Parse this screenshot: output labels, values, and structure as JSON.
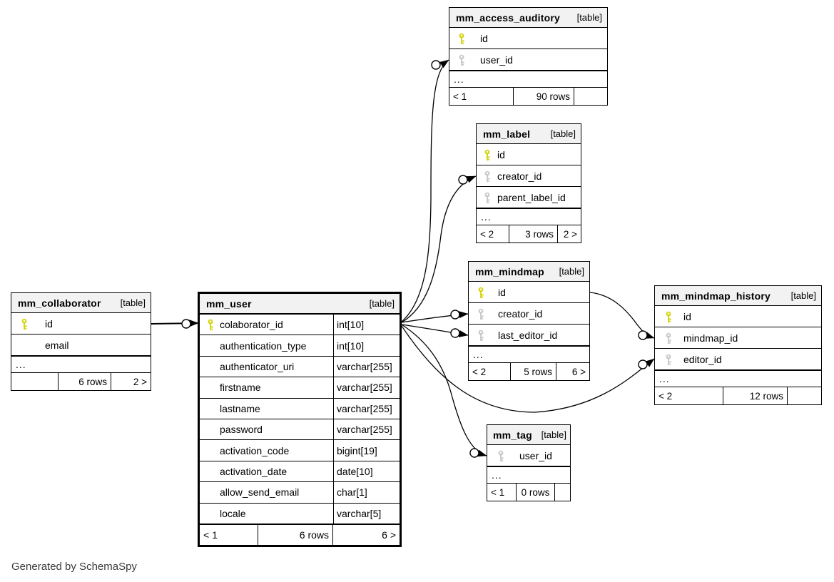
{
  "credit": "Generated by SchemaSpy",
  "colors": {
    "primary_key": "#d4d40a",
    "foreign_key": "#c8c8c8",
    "header_bg": "#f2f2f2"
  },
  "tables": {
    "mm_access_auditory": {
      "name": "mm_access_auditory",
      "badge": "[table]",
      "ellipsis": "...",
      "columns": [
        {
          "name": "id",
          "key": "primary-key-icon"
        },
        {
          "name": "user_id",
          "key": "foreign-key-icon"
        }
      ],
      "footer": {
        "left": "< 1",
        "center": "90 rows",
        "right": ""
      }
    },
    "mm_label": {
      "name": "mm_label",
      "badge": "[table]",
      "ellipsis": "...",
      "columns": [
        {
          "name": "id",
          "key": "primary-key-icon"
        },
        {
          "name": "creator_id",
          "key": "foreign-key-icon"
        },
        {
          "name": "parent_label_id",
          "key": "foreign-key-icon"
        }
      ],
      "footer": {
        "left": "< 2",
        "center": "3 rows",
        "right": "2 >"
      }
    },
    "mm_mindmap": {
      "name": "mm_mindmap",
      "badge": "[table]",
      "ellipsis": "...",
      "columns": [
        {
          "name": "id",
          "key": "primary-key-icon"
        },
        {
          "name": "creator_id",
          "key": "foreign-key-icon"
        },
        {
          "name": "last_editor_id",
          "key": "foreign-key-icon"
        }
      ],
      "footer": {
        "left": "< 2",
        "center": "5 rows",
        "right": "6 >"
      }
    },
    "mm_mindmap_history": {
      "name": "mm_mindmap_history",
      "badge": "[table]",
      "ellipsis": "...",
      "columns": [
        {
          "name": "id",
          "key": "primary-key-icon"
        },
        {
          "name": "mindmap_id",
          "key": "foreign-key-icon"
        },
        {
          "name": "editor_id",
          "key": "foreign-key-icon"
        }
      ],
      "footer": {
        "left": "< 2",
        "center": "12 rows",
        "right": ""
      }
    },
    "mm_collaborator": {
      "name": "mm_collaborator",
      "badge": "[table]",
      "ellipsis": "...",
      "columns": [
        {
          "name": "id",
          "key": "primary-key-icon"
        },
        {
          "name": "email",
          "key": null
        }
      ],
      "footer": {
        "left": "",
        "center": "6 rows",
        "right": "2 >"
      }
    },
    "mm_user": {
      "name": "mm_user",
      "badge": "[table]",
      "columns": [
        {
          "name": "colaborator_id",
          "type": "int[10]",
          "key": "primary-key-icon"
        },
        {
          "name": "authentication_type",
          "type": "int[10]",
          "key": null
        },
        {
          "name": "authenticator_uri",
          "type": "varchar[255]",
          "key": null
        },
        {
          "name": "firstname",
          "type": "varchar[255]",
          "key": null
        },
        {
          "name": "lastname",
          "type": "varchar[255]",
          "key": null
        },
        {
          "name": "password",
          "type": "varchar[255]",
          "key": null
        },
        {
          "name": "activation_code",
          "type": "bigint[19]",
          "key": null
        },
        {
          "name": "activation_date",
          "type": "date[10]",
          "key": null
        },
        {
          "name": "allow_send_email",
          "type": "char[1]",
          "key": null
        },
        {
          "name": "locale",
          "type": "varchar[5]",
          "key": null
        }
      ],
      "footer": {
        "left": "< 1",
        "center": "6 rows",
        "right": "6 >"
      }
    },
    "mm_tag": {
      "name": "mm_tag",
      "badge": "[table]",
      "ellipsis": "...",
      "columns": [
        {
          "name": "user_id",
          "key": "foreign-key-icon"
        }
      ],
      "footer": {
        "left": "< 1",
        "center": "0 rows",
        "right": ""
      }
    }
  },
  "relationships": [
    {
      "from": "mm_collaborator.id",
      "to": "mm_user.colaborator_id"
    },
    {
      "from": "mm_user.colaborator_id",
      "to": "mm_access_auditory.user_id"
    },
    {
      "from": "mm_user.colaborator_id",
      "to": "mm_label.creator_id"
    },
    {
      "from": "mm_user.colaborator_id",
      "to": "mm_mindmap.creator_id"
    },
    {
      "from": "mm_user.colaborator_id",
      "to": "mm_mindmap.last_editor_id"
    },
    {
      "from": "mm_user.colaborator_id",
      "to": "mm_mindmap_history.editor_id"
    },
    {
      "from": "mm_user.colaborator_id",
      "to": "mm_tag.user_id"
    },
    {
      "from": "mm_mindmap.id",
      "to": "mm_mindmap_history.mindmap_id"
    }
  ]
}
